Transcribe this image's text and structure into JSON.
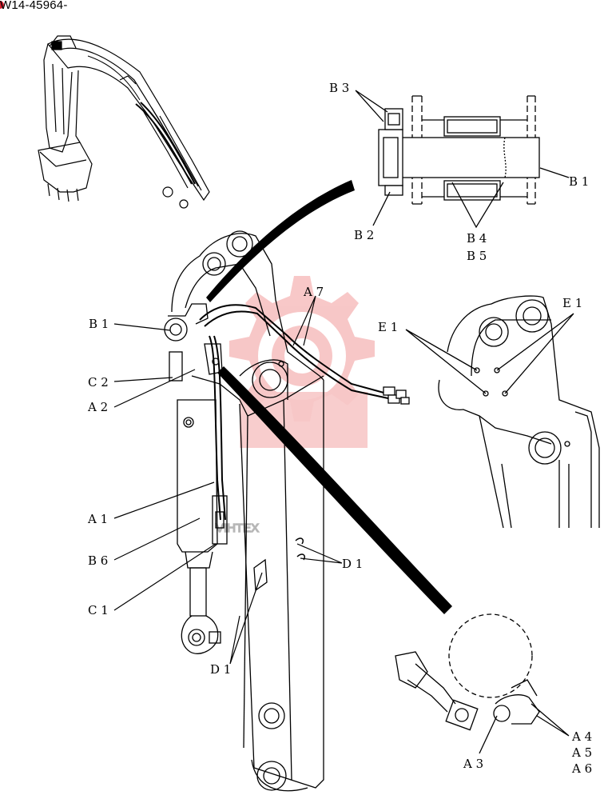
{
  "doc_code": "W14-45964-",
  "watermark_text": "VIHTEX",
  "colors": {
    "watermark": "#f29b9b",
    "line": "#000000",
    "doc_dot": "#d92030"
  },
  "labels": {
    "B3": "B 3",
    "B1_top": "B 1",
    "B2": "B 2",
    "B4": "B 4",
    "B5": "B 5",
    "A7": "A 7",
    "B1_left": "B 1",
    "E1_left": "E 1",
    "E1_right": "E 1",
    "C2": "C 2",
    "A2": "A 2",
    "A1": "A 1",
    "B6": "B 6",
    "D1_right": "D 1",
    "C1": "C 1",
    "D1_bottom": "D 1",
    "A3": "A 3",
    "A4": "A 4",
    "A5": "A 5",
    "A6": "A 6"
  }
}
